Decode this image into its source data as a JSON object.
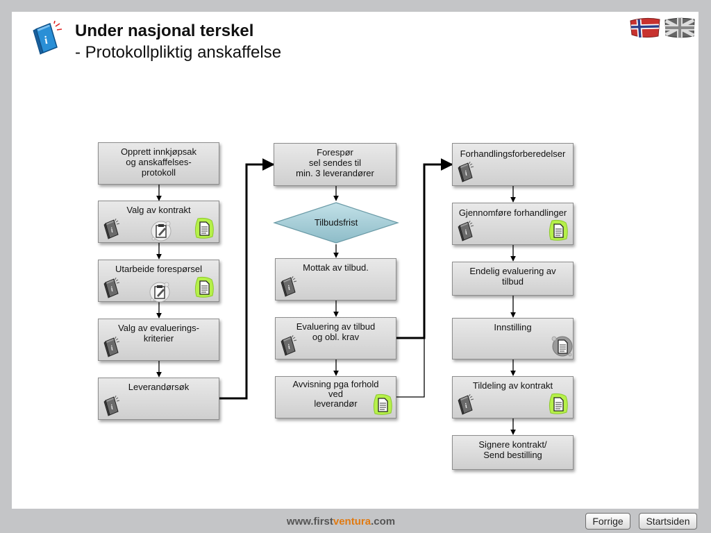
{
  "header": {
    "title": "Under nasjonal terskel",
    "subtitle": "- Protokollpliktig anskaffelse",
    "flags": [
      "norwegian-flag-icon",
      "uk-flag-icon"
    ]
  },
  "diagram": {
    "col1": [
      {
        "id": "opprett",
        "label": "Opprett innkjøpsak og anskaffelses-protokoll",
        "lines": [
          "Opprett innkjøpsak",
          "og anskaffelses-",
          "protokoll"
        ]
      },
      {
        "id": "valg-kontrakt",
        "label": "Valg av kontrakt",
        "lines": [
          "Valg av kontrakt"
        ]
      },
      {
        "id": "utarbeide",
        "label": "Utarbeide forespørsel",
        "lines": [
          "Utarbeide forespørsel"
        ]
      },
      {
        "id": "valg-evaluering",
        "label": "Valg av evaluerings-kriterier",
        "lines": [
          "Valg av evaluerings-",
          "kriterier"
        ]
      },
      {
        "id": "leverandorsok",
        "label": "Leverandørsøk",
        "lines": [
          "Leverandørsøk"
        ]
      }
    ],
    "col2": [
      {
        "id": "foresporsel",
        "label": "Forespørsel sendes til min. 3 leverandører",
        "lines": [
          "Forespør",
          "sel sendes til",
          "min. 3 leverandører"
        ]
      },
      {
        "id": "tilbudsfrist",
        "label": "Tilbudsfrist",
        "lines": [
          "Tilbudsfrist"
        ]
      },
      {
        "id": "mottak",
        "label": "Mottak av tilbud.",
        "lines": [
          "Mottak av tilbud."
        ]
      },
      {
        "id": "evaluering-tilbud",
        "label": "Evaluering av tilbud og obl. krav",
        "lines": [
          "Evaluering av tilbud",
          "og obl. krav"
        ]
      },
      {
        "id": "avvisning",
        "label": "Avvisning pga forhold ved leverandør",
        "lines": [
          "Avvisning pga forhold",
          "ved",
          "leverandør"
        ]
      }
    ],
    "col3": [
      {
        "id": "forhandlingsforberedelser",
        "label": "Forhandlingsforberedelser",
        "lines": [
          "Forhandlingsforberedelser"
        ]
      },
      {
        "id": "gjennomfore",
        "label": "Gjennomføre forhandlinger",
        "lines": [
          "Gjennomføre forhandlinger"
        ]
      },
      {
        "id": "endelig-evaluering",
        "label": "Endelig evaluering av tilbud",
        "lines": [
          "Endelig evaluering av",
          "tilbud"
        ]
      },
      {
        "id": "innstilling",
        "label": "Innstilling",
        "lines": [
          "Innstilling"
        ]
      },
      {
        "id": "tildeling",
        "label": "Tildeling av kontrakt",
        "lines": [
          "Tildeling av kontrakt"
        ]
      },
      {
        "id": "signere",
        "label": "Signere kontrakt/ Send bestilling",
        "lines": [
          "Signere kontrakt/",
          "Send bestilling"
        ]
      }
    ]
  },
  "footer": {
    "url_prefix": "www.first",
    "url_brand": "ventura",
    "url_suffix": ".com",
    "back_label": "Forrige",
    "home_label": "Startsiden"
  },
  "colors": {
    "background": "#c4c5c7",
    "box_fill": "#dcdcdc",
    "diamond_fill": "#9ec9d3",
    "info_icon_blue": "#2a8fd6",
    "doc_icon_highlight": "#b6f04a",
    "brand_orange": "#e07a12"
  }
}
